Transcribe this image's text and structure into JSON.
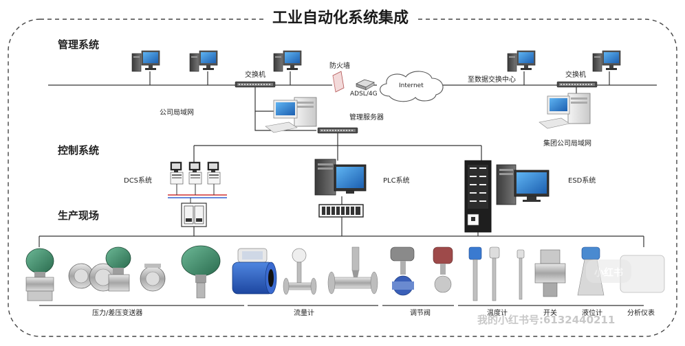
{
  "title": "工业自动化系统集成",
  "sections": {
    "management": "管理系统",
    "control": "控制系统",
    "field": "生产现场"
  },
  "network": {
    "switch_left": "交换机",
    "firewall": "防火墙",
    "adsl": "ADSL/4G",
    "internet": "Internet",
    "data_exchange": "至数据交换中心",
    "switch_right": "交换机",
    "company_lan": "公司局域网",
    "mgmt_server": "管理服务器",
    "group_lan": "集团公司局域网"
  },
  "control_systems": {
    "dcs": "DCS系统",
    "plc": "PLC系统",
    "esd": "ESD系统"
  },
  "instruments": {
    "pressure": "压力/差压变送器",
    "flow": "流量计",
    "valve": "调节阀",
    "temp": "温度计",
    "switch": "开关",
    "level": "液位计",
    "analyzer": "分析仪表"
  },
  "watermark": {
    "text": "我的小红书号:6132440211",
    "logo": "小红书"
  },
  "colors": {
    "line": "#333333",
    "border": "#555555",
    "screen": "#2a7fd4",
    "transmitter_green": "#3c8c6c",
    "flowmeter_blue": "#2a5db8"
  }
}
